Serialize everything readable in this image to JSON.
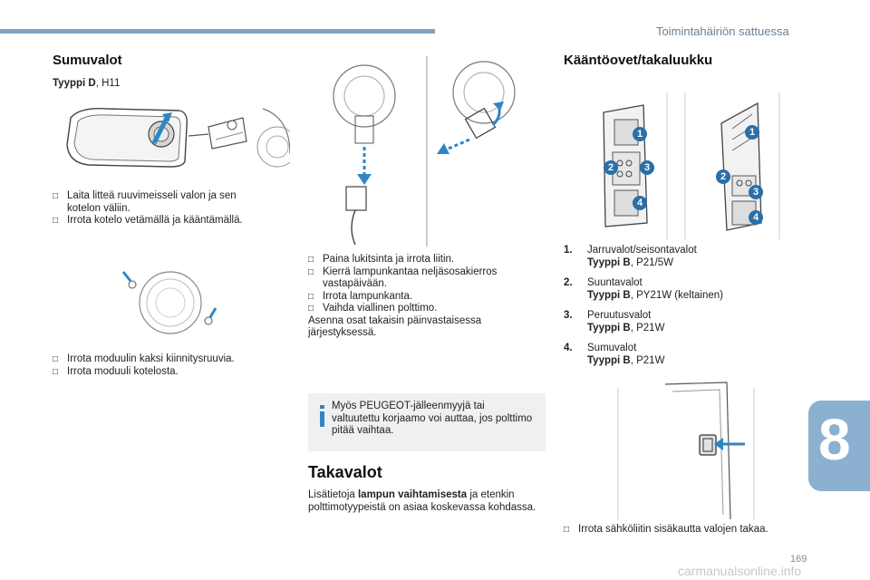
{
  "header": {
    "title": "Toimintahäiriön sattuessa"
  },
  "chapter": {
    "number": "8"
  },
  "footer": {
    "watermark": "carmanualsonline.info",
    "page_partial": "169"
  },
  "left": {
    "heading": "Sumuvalot",
    "type_label": "Tyyppi D",
    "type_value": ", H11",
    "bullets1": [
      "Laita litteä ruuvimeisseli valon ja sen kotelon väliin.",
      "Irrota kotelo vetämällä ja kääntämällä."
    ],
    "bullets2": [
      "Irrota moduulin kaksi kiinnitysruuvia.",
      "Irrota moduuli kotelosta."
    ]
  },
  "middle": {
    "bullets": [
      "Paina lukitsinta ja irrota liitin.",
      "Kierrä lampunkantaa neljäsosakierros vastapäivään.",
      "Irrota lampunkanta.",
      "Vaihda viallinen polttimo."
    ],
    "reassemble": "Asenna osat takaisin päinvastaisessa järjestyksessä.",
    "note": "Myös PEUGEOT-jälleenmyyjä tai valtuutettu korjaamo voi auttaa, jos polttimo pitää vaihtaa.",
    "heading": "Takavalot",
    "para_pre": "Lisätietoja ",
    "para_bold": "lampun vaihtamisesta",
    "para_post": " ja etenkin polttimotyypeistä on asiaa koskevassa kohdassa."
  },
  "right": {
    "heading": "Kääntöovet/takaluukku",
    "items": [
      {
        "num": "1.",
        "label": "Jarruvalot/seisontavalot",
        "type": "Tyyppi B",
        "value": ", P21/5W"
      },
      {
        "num": "2.",
        "label": "Suuntavalot",
        "type": "Tyyppi B",
        "value": ", PY21W (keltainen)"
      },
      {
        "num": "3.",
        "label": "Peruutusvalot",
        "type": "Tyyppi B",
        "value": ", P21W"
      },
      {
        "num": "4.",
        "label": "Sumuvalot",
        "type": "Tyyppi B",
        "value": ", P21W"
      }
    ],
    "bullet": "Irrota sähköliitin sisäkautta valojen takaa.",
    "callouts": [
      "1",
      "2",
      "3",
      "4"
    ]
  },
  "colors": {
    "accent": "#7fa3c1",
    "chapter_tab": "#8cb0cf",
    "callout": "#2a6fa8",
    "arrow": "#2f86c4",
    "bullet_mark": "#1a1a1a"
  },
  "icons": {
    "bullet": "checkbox-bullet-icon",
    "info": "info-icon"
  }
}
